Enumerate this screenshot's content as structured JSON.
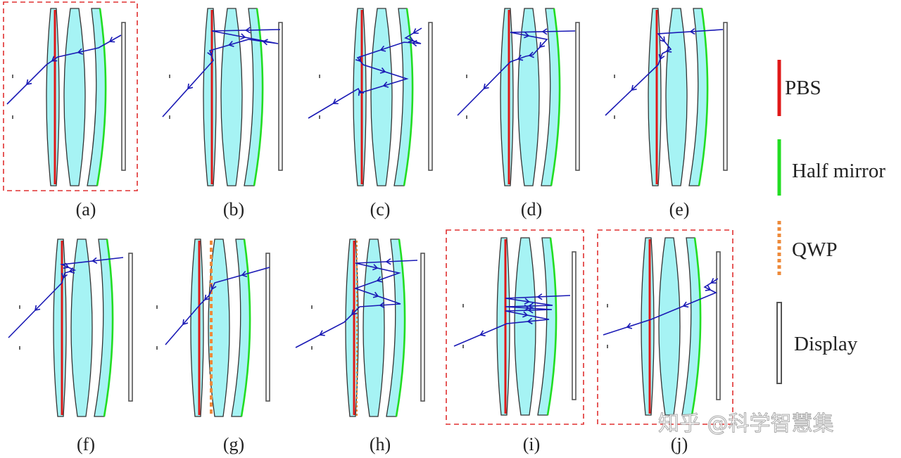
{
  "panels": [
    {
      "label": "(a)",
      "highlighted": true,
      "qwp": "none"
    },
    {
      "label": "(b)",
      "highlighted": false,
      "qwp": "none"
    },
    {
      "label": "(c)",
      "highlighted": false,
      "qwp": "none"
    },
    {
      "label": "(d)",
      "highlighted": false,
      "qwp": "none"
    },
    {
      "label": "(e)",
      "highlighted": false,
      "qwp": "none"
    },
    {
      "label": "(f)",
      "highlighted": false,
      "qwp": "none"
    },
    {
      "label": "(g)",
      "highlighted": false,
      "qwp": "separate"
    },
    {
      "label": "(h)",
      "highlighted": false,
      "qwp": "attached"
    },
    {
      "label": "(i)",
      "highlighted": true,
      "qwp": "none"
    },
    {
      "label": "(j)",
      "highlighted": true,
      "qwp": "none"
    }
  ],
  "legend": {
    "pbs": "PBS",
    "half_mirror": "Half mirror",
    "qwp": "QWP",
    "display": "Display"
  },
  "watermark": "知乎 @科学智慧集",
  "colors": {
    "pbs": "#e01818",
    "half_mirror": "#22dd22",
    "qwp": "#ee8a3a",
    "display": "#555555",
    "lens_fill": "#a6f3f4",
    "ray": "#1a1ab5",
    "highlight_box": "#e03030"
  }
}
